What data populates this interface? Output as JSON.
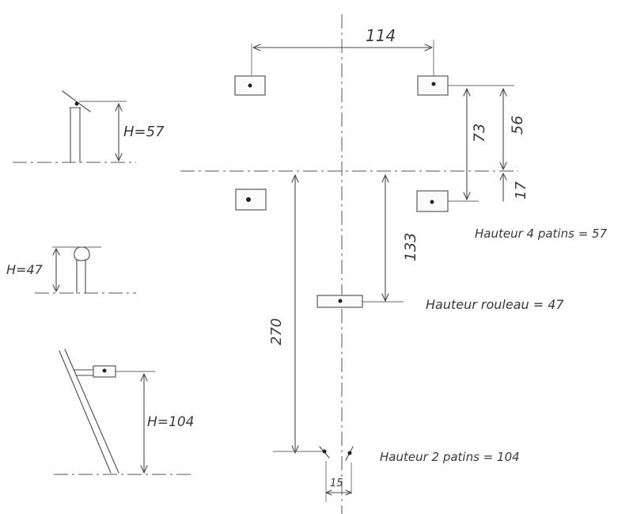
{
  "dimensions": {
    "pad_spacing_x": "114",
    "pad_offset_73": "73",
    "pad_offset_56": "56",
    "pad_offset_17": "17",
    "roller_offset": "133",
    "total_length": "270",
    "rear_spacing": "15"
  },
  "side_views": {
    "pad_height": "H=57",
    "roller_height": "H=47",
    "rear_height": "H=104"
  },
  "notes": {
    "pads_4": "Hauteur 4 patins = 57",
    "roller": "Hauteur rouleau = 47",
    "pads_2": "Hauteur 2 patins = 104"
  },
  "colors": {
    "ink": "#4a4a4a",
    "paper": "#ffffff"
  }
}
